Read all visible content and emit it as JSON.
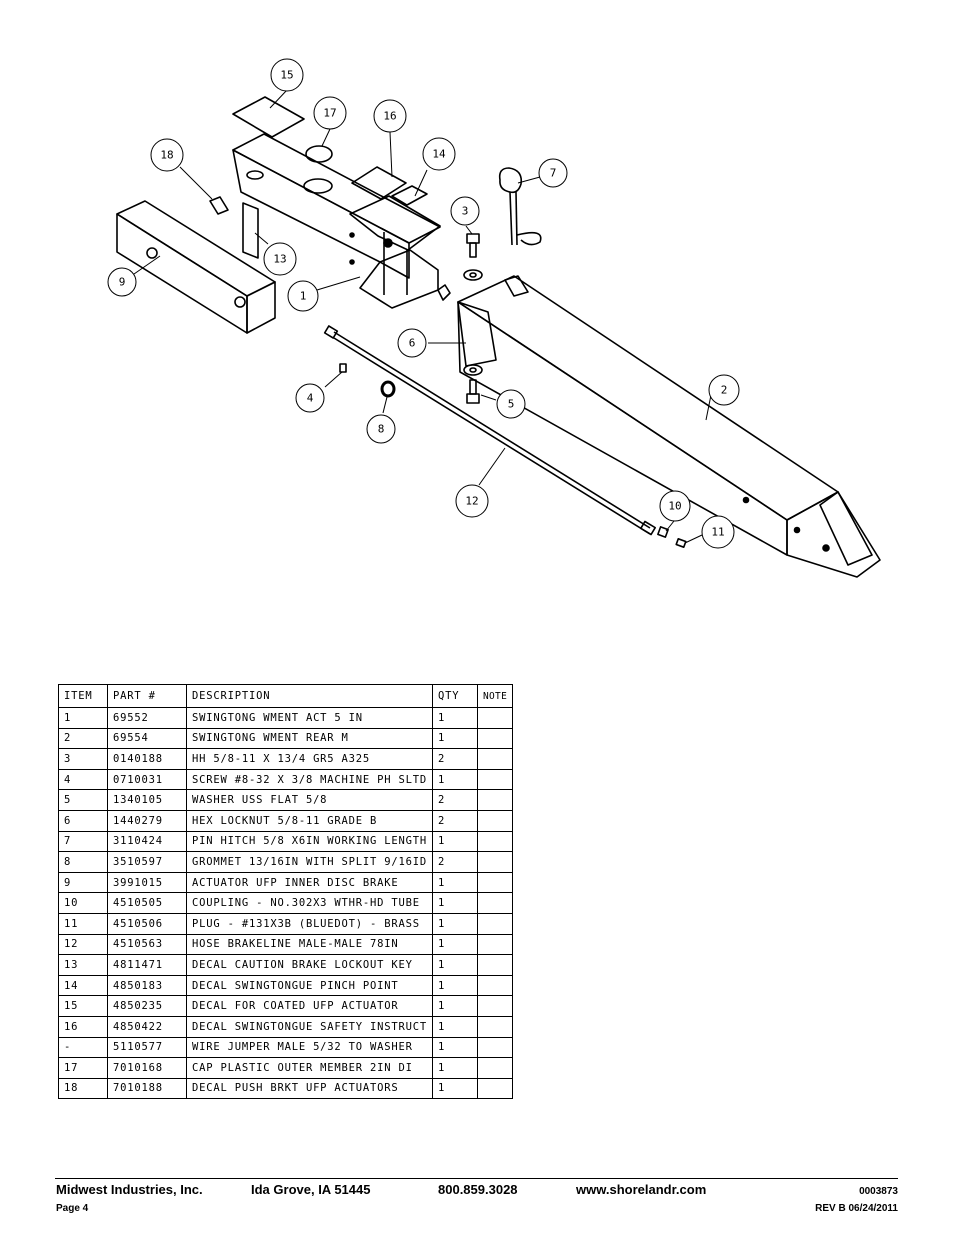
{
  "diagram": {
    "callouts": [
      "15",
      "17",
      "16",
      "14",
      "18",
      "7",
      "3",
      "13",
      "9",
      "1",
      "6",
      "4",
      "2",
      "5",
      "8",
      "12",
      "10",
      "11"
    ]
  },
  "table": {
    "headers": [
      "ITEM",
      "PART #",
      "DESCRIPTION",
      "QTY",
      "NOTE"
    ],
    "rows": [
      [
        "1",
        "69552",
        "SWINGTONG WMENT ACT 5 IN",
        "1",
        ""
      ],
      [
        "2",
        "69554",
        "SWINGTONG WMENT REAR M",
        "1",
        ""
      ],
      [
        "3",
        "0140188",
        "HH 5/8-11 X 13/4 GR5 A325",
        "2",
        ""
      ],
      [
        "4",
        "0710031",
        "SCREW #8-32 X 3/8 MACHINE PH SLTD",
        "1",
        ""
      ],
      [
        "5",
        "1340105",
        "WASHER USS FLAT 5/8",
        "2",
        ""
      ],
      [
        "6",
        "1440279",
        "HEX LOCKNUT 5/8-11 GRADE B",
        "2",
        ""
      ],
      [
        "7",
        "3110424",
        "PIN HITCH 5/8 X6IN WORKING LENGTH",
        "1",
        ""
      ],
      [
        "8",
        "3510597",
        "GROMMET 13/16IN WITH SPLIT 9/16ID",
        "2",
        ""
      ],
      [
        "9",
        "3991015",
        "ACTUATOR UFP INNER DISC BRAKE",
        "1",
        ""
      ],
      [
        "10",
        "4510505",
        "COUPLING - NO.302X3 WTHR-HD TUBE",
        "1",
        ""
      ],
      [
        "11",
        "4510506",
        "PLUG - #131X3B (BLUEDOT) - BRASS",
        "1",
        ""
      ],
      [
        "12",
        "4510563",
        "HOSE BRAKELINE MALE-MALE 78IN",
        "1",
        ""
      ],
      [
        "13",
        "4811471",
        "DECAL CAUTION BRAKE LOCKOUT KEY",
        "1",
        ""
      ],
      [
        "14",
        "4850183",
        "DECAL SWINGTONGUE PINCH POINT",
        "1",
        ""
      ],
      [
        "15",
        "4850235",
        "DECAL FOR COATED UFP ACTUATOR",
        "1",
        ""
      ],
      [
        "16",
        "4850422",
        "DECAL SWINGTONGUE SAFETY INSTRUCT",
        "1",
        ""
      ],
      [
        "-",
        "5110577",
        "WIRE JUMPER MALE 5/32 TO WASHER",
        "1",
        ""
      ],
      [
        "17",
        "7010168",
        "CAP PLASTIC OUTER MEMBER 2IN DI",
        "1",
        ""
      ],
      [
        "18",
        "7010188",
        "DECAL PUSH BRKT UFP ACTUATORS",
        "1",
        ""
      ]
    ]
  },
  "footer": {
    "company": "Midwest Industries, Inc.",
    "location": "Ida Grove, IA  51445",
    "phone": "800.859.3028",
    "website": "www.shorelandr.com",
    "doc_number": "0003873",
    "page": "Page 4",
    "revision": "REV B 06/24/2011"
  }
}
